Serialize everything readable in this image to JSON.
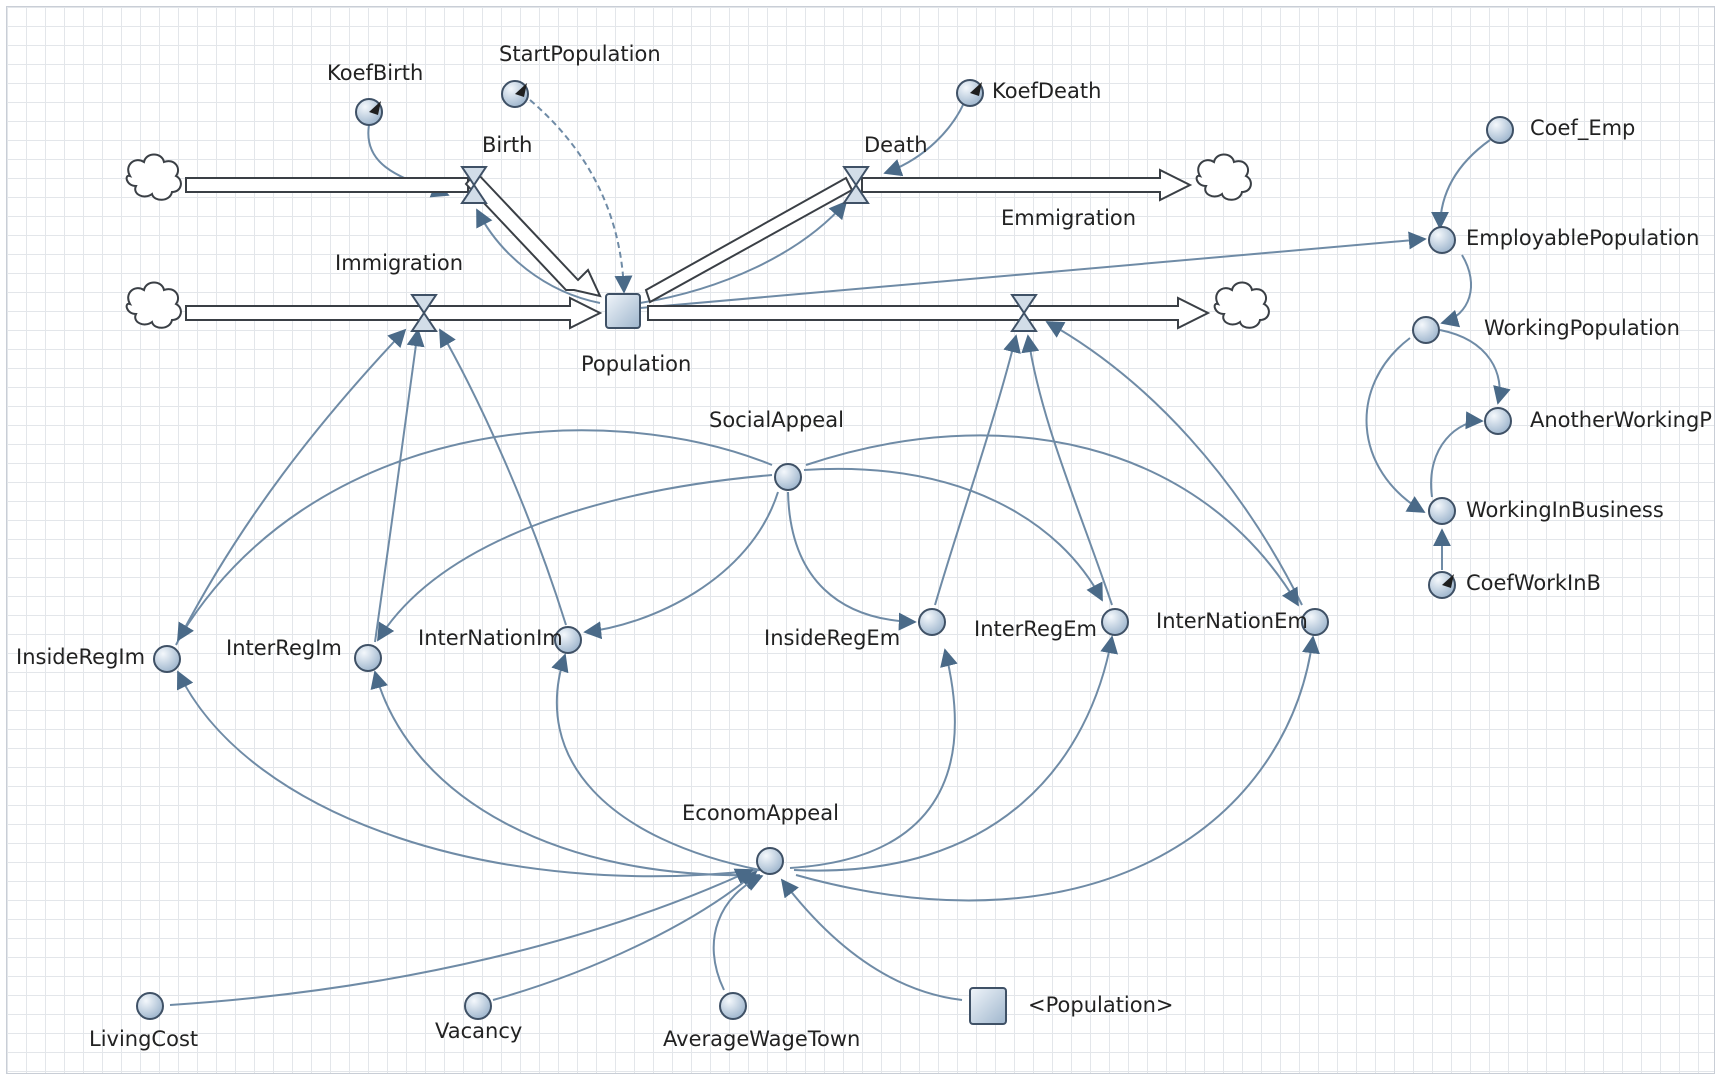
{
  "diagram": {
    "nodes": {
      "koef_birth": "KoefBirth",
      "start_population": "StartPopulation",
      "koef_death": "KoefDeath",
      "birth": "Birth",
      "death": "Death",
      "emmigration": "Emmigration",
      "immigration": "Immigration",
      "population": "Population",
      "coef_emp": "Coef_Emp",
      "employable_population": "EmployablePopulation",
      "working_population": "WorkingPopulation",
      "another_working": "AnotherWorkingP",
      "working_in_business": "WorkingInBusiness",
      "coef_work_in_b": "CoefWorkInB",
      "social_appeal": "SocialAppeal",
      "inside_reg_im": "InsideRegIm",
      "inter_reg_im": "InterRegIm",
      "inter_nation_im": "InterNationIm",
      "inside_reg_em": "InsideRegEm",
      "inter_reg_em": "InterRegEm",
      "inter_nation_em": "InterNationEm",
      "econom_appeal": "EconomAppeal",
      "living_cost": "LivingCost",
      "vacancy": "Vacancy",
      "average_wage_town": "AverageWageTown",
      "population_ref": "<Population>"
    }
  }
}
